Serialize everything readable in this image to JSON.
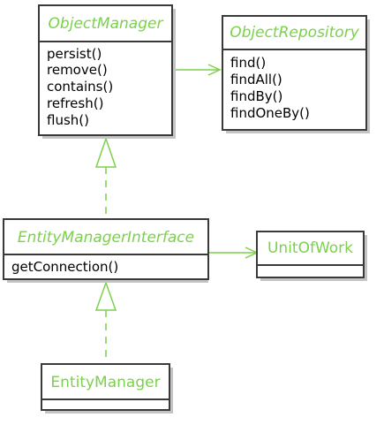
{
  "colors": {
    "class_name": "#7bd14b",
    "relation": "#7bd14b",
    "border": "#3a3a3a",
    "background": "#ffffff",
    "shadow": "#c4c4c4",
    "text": "#000000"
  },
  "classes": {
    "object_manager": {
      "name": "ObjectManager",
      "methods": [
        "persist()",
        "remove()",
        "contains()",
        "refresh()",
        "flush()"
      ]
    },
    "object_repository": {
      "name": "ObjectRepository",
      "methods": [
        "find()",
        "findAll()",
        "findBy()",
        "findOneBy()"
      ]
    },
    "entity_manager_interface": {
      "name": "EntityManagerInterface",
      "methods": [
        "getConnection()"
      ]
    },
    "unit_of_work": {
      "name": "UnitOfWork",
      "methods": []
    },
    "entity_manager": {
      "name": "EntityManager",
      "methods": []
    }
  }
}
